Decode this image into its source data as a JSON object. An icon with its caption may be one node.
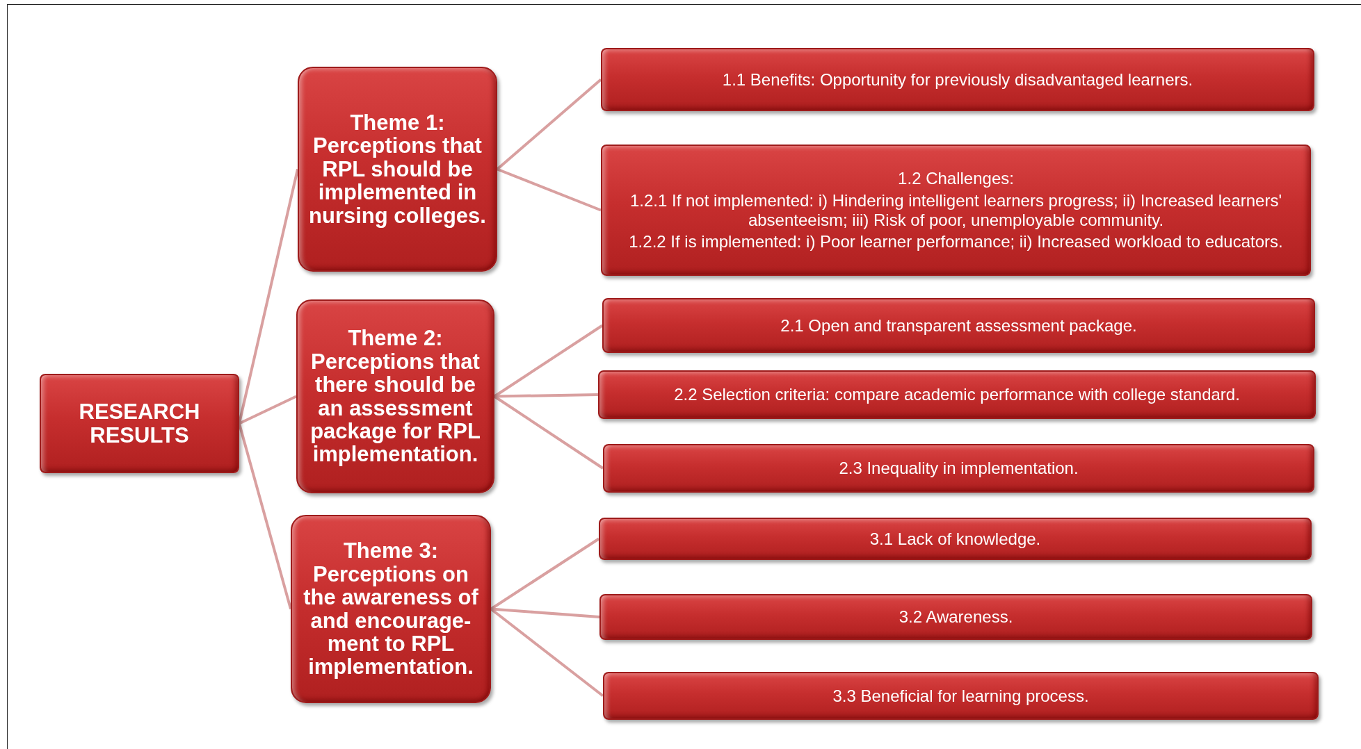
{
  "diagram": {
    "nodes": [
      {
        "text": [
          "RESEARCH RESULTS"
        ]
      },
      {
        "text": [
          "Theme 1: Perceptions that RPL should be implemented in nursing colleges."
        ]
      },
      {
        "text": [
          "Theme 2: Perceptions that there should be an assessment package for RPL implementation."
        ]
      },
      {
        "text": [
          "Theme 3: Perceptions on the awareness of and encourage-ment to RPL implementation."
        ]
      },
      {
        "text": [
          "1.1 Benefits: Opportunity for previously disadvantaged learners."
        ]
      },
      {
        "text": [
          "1.2 Challenges:",
          "1.2.1 If not implemented: i) Hindering intelligent learners progress; ii) Increased learners' absenteeism; iii) Risk of poor, unemployable community.",
          "1.2.2 If is implemented: i) Poor learner performance; ii) Increased workload to educators."
        ]
      },
      {
        "text": [
          "2.1 Open and transparent assessment package."
        ]
      },
      {
        "text": [
          "2.2 Selection criteria: compare academic performance with college standard."
        ]
      },
      {
        "text": [
          "2.3 Inequality in implementation."
        ]
      },
      {
        "text": [
          "3.1 Lack of knowledge."
        ]
      },
      {
        "text": [
          "3.2 Awareness."
        ]
      },
      {
        "text": [
          "3.3 Beneficial for learning process."
        ]
      }
    ],
    "edges": [
      {
        "from": 0,
        "to": 1,
        "arrow": "none"
      },
      {
        "from": 0,
        "to": 2,
        "arrow": "none"
      },
      {
        "from": 0,
        "to": 3,
        "arrow": "none"
      },
      {
        "from": 1,
        "to": 4,
        "arrow": "none"
      },
      {
        "from": 1,
        "to": 5,
        "arrow": "none"
      },
      {
        "from": 2,
        "to": 6,
        "arrow": "none"
      },
      {
        "from": 2,
        "to": 7,
        "arrow": "none"
      },
      {
        "from": 2,
        "to": 8,
        "arrow": "none"
      },
      {
        "from": 3,
        "to": 9,
        "arrow": "none"
      },
      {
        "from": 3,
        "to": 10,
        "arrow": "none"
      },
      {
        "from": 3,
        "to": 11,
        "arrow": "none"
      }
    ]
  }
}
